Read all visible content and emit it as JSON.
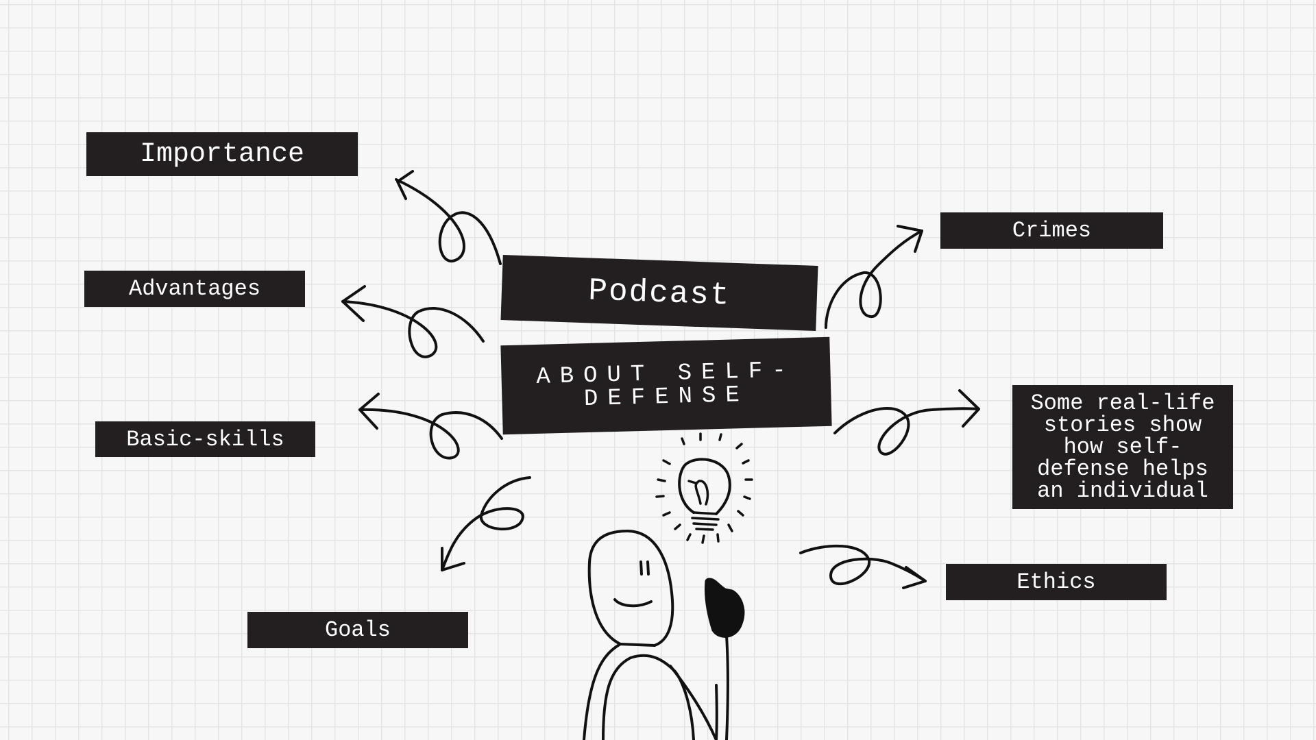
{
  "title": {
    "main": "Podcast",
    "subtitle": "ABOUT SELF-DEFENSE"
  },
  "topics": {
    "importance": "Importance",
    "advantages": "Advantages",
    "basic_skills": "Basic-skills",
    "goals": "Goals",
    "crimes": "Crimes",
    "stories": "Some real-life stories show how self-defense helps an individual",
    "ethics": "Ethics"
  },
  "illustration": {
    "figure": "person-with-lightbulb-icon",
    "arrows": "curly-arrow-icon"
  },
  "colors": {
    "label_background": "#231f20",
    "label_text": "#ffffff",
    "ink": "#111111",
    "paper": "#f7f7f7",
    "grid": "#e4e4e4"
  }
}
